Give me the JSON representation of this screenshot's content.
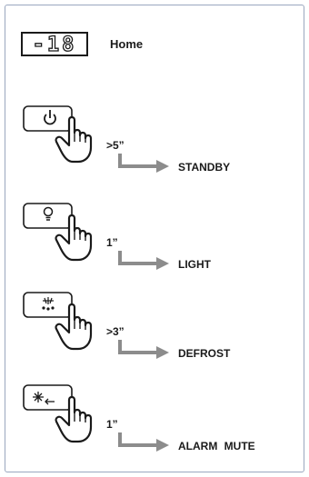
{
  "display": {
    "value": "-18",
    "label": "Home"
  },
  "actions": [
    {
      "icon": "power-icon",
      "duration": ">5”",
      "action": "STANDBY"
    },
    {
      "icon": "lightbulb-icon",
      "duration": "1”",
      "action": "LIGHT"
    },
    {
      "icon": "defrost-icon",
      "duration": ">3”",
      "action": "DEFROST"
    },
    {
      "icon": "alarm-icon",
      "duration": "1”",
      "action": "ALARM MUTE"
    }
  ],
  "colors": {
    "arrow": "#8c8c8c",
    "outline": "#1a1a1a",
    "frame": "#9aa7bf"
  }
}
